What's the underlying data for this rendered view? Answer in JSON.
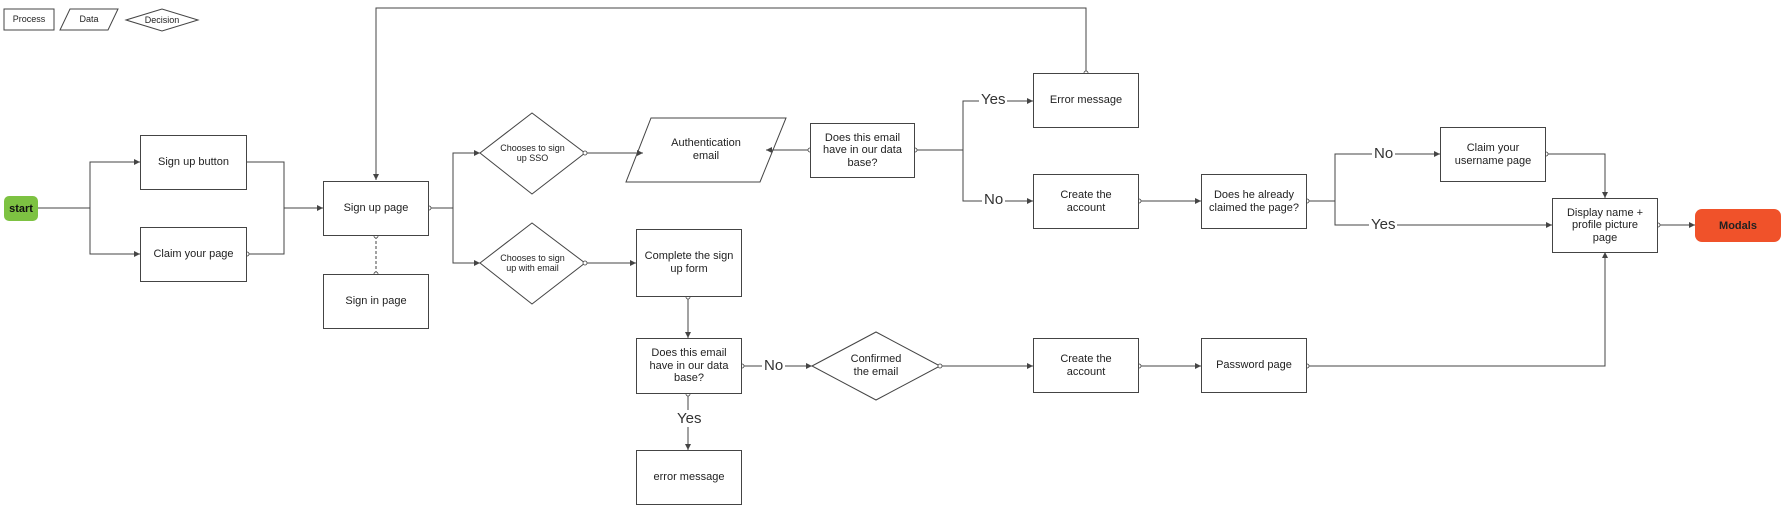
{
  "colors": {
    "start": "#7dc242",
    "modals": "#f0522a",
    "line": "#444444"
  },
  "legend": {
    "process": "Process",
    "data": "Data",
    "decision": "Decision"
  },
  "nodes": {
    "start": "start",
    "sign_up_button": "Sign up button",
    "claim_your_page": "Claim your page",
    "sign_up_page": "Sign up page",
    "sign_in_page": "Sign in page",
    "chooses_sso": "Chooses to sign up SSO",
    "chooses_email": "Chooses to sign up with email",
    "authentication_email": "Authentication email",
    "email_in_db_top": "Does this email have in our data base?",
    "error_message_top": "Error message",
    "create_account_top": "Create the account",
    "already_claimed": "Does he already claimed the page?",
    "claim_username_page": "Claim your username page",
    "display_name_page": "Display name + profile picture page",
    "modals": "Modals",
    "complete_form": "Complete the sign up form",
    "email_in_db_bottom": "Does this email have in our data base?",
    "error_message_bottom": "error message",
    "confirmed_email": "Confirmed the email",
    "create_account_bottom": "Create the account",
    "password_page": "Password page"
  },
  "edge_labels": {
    "yes_top": "Yes",
    "no_top": "No",
    "no_claimed": "No",
    "yes_claimed": "Yes",
    "no_bottom": "No",
    "yes_bottom": "Yes"
  }
}
